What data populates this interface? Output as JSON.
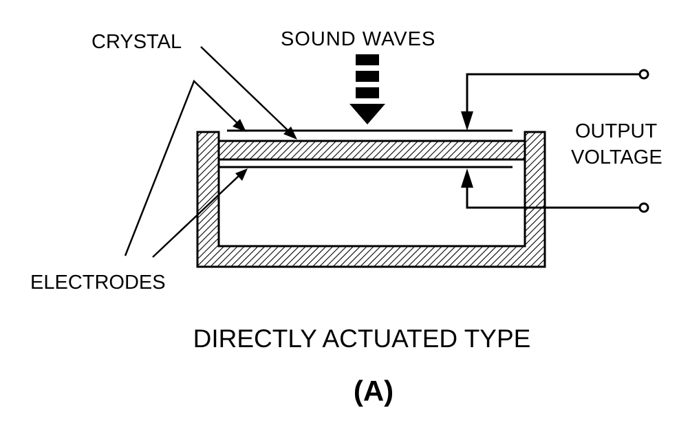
{
  "labels": {
    "crystal": "CRYSTAL",
    "sound_waves": "SOUND WAVES",
    "output_voltage_line1": "OUTPUT",
    "output_voltage_line2": "VOLTAGE",
    "electrodes": "ELECTRODES",
    "caption": "DIRECTLY ACTUATED TYPE",
    "sub_caption": "(A)"
  },
  "colors": {
    "ink": "#000000",
    "background": "#ffffff"
  }
}
